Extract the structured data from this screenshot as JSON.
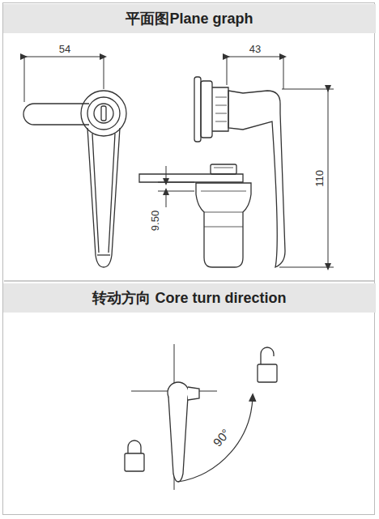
{
  "diagram": {
    "nodes": [
      {
        "text": [
          "平面图Plane graph"
        ]
      },
      {
        "text": [
          "转动方向 Core turn direction"
        ]
      }
    ],
    "labels": [
      "54",
      "43",
      "110",
      "9.50",
      "90°"
    ]
  }
}
